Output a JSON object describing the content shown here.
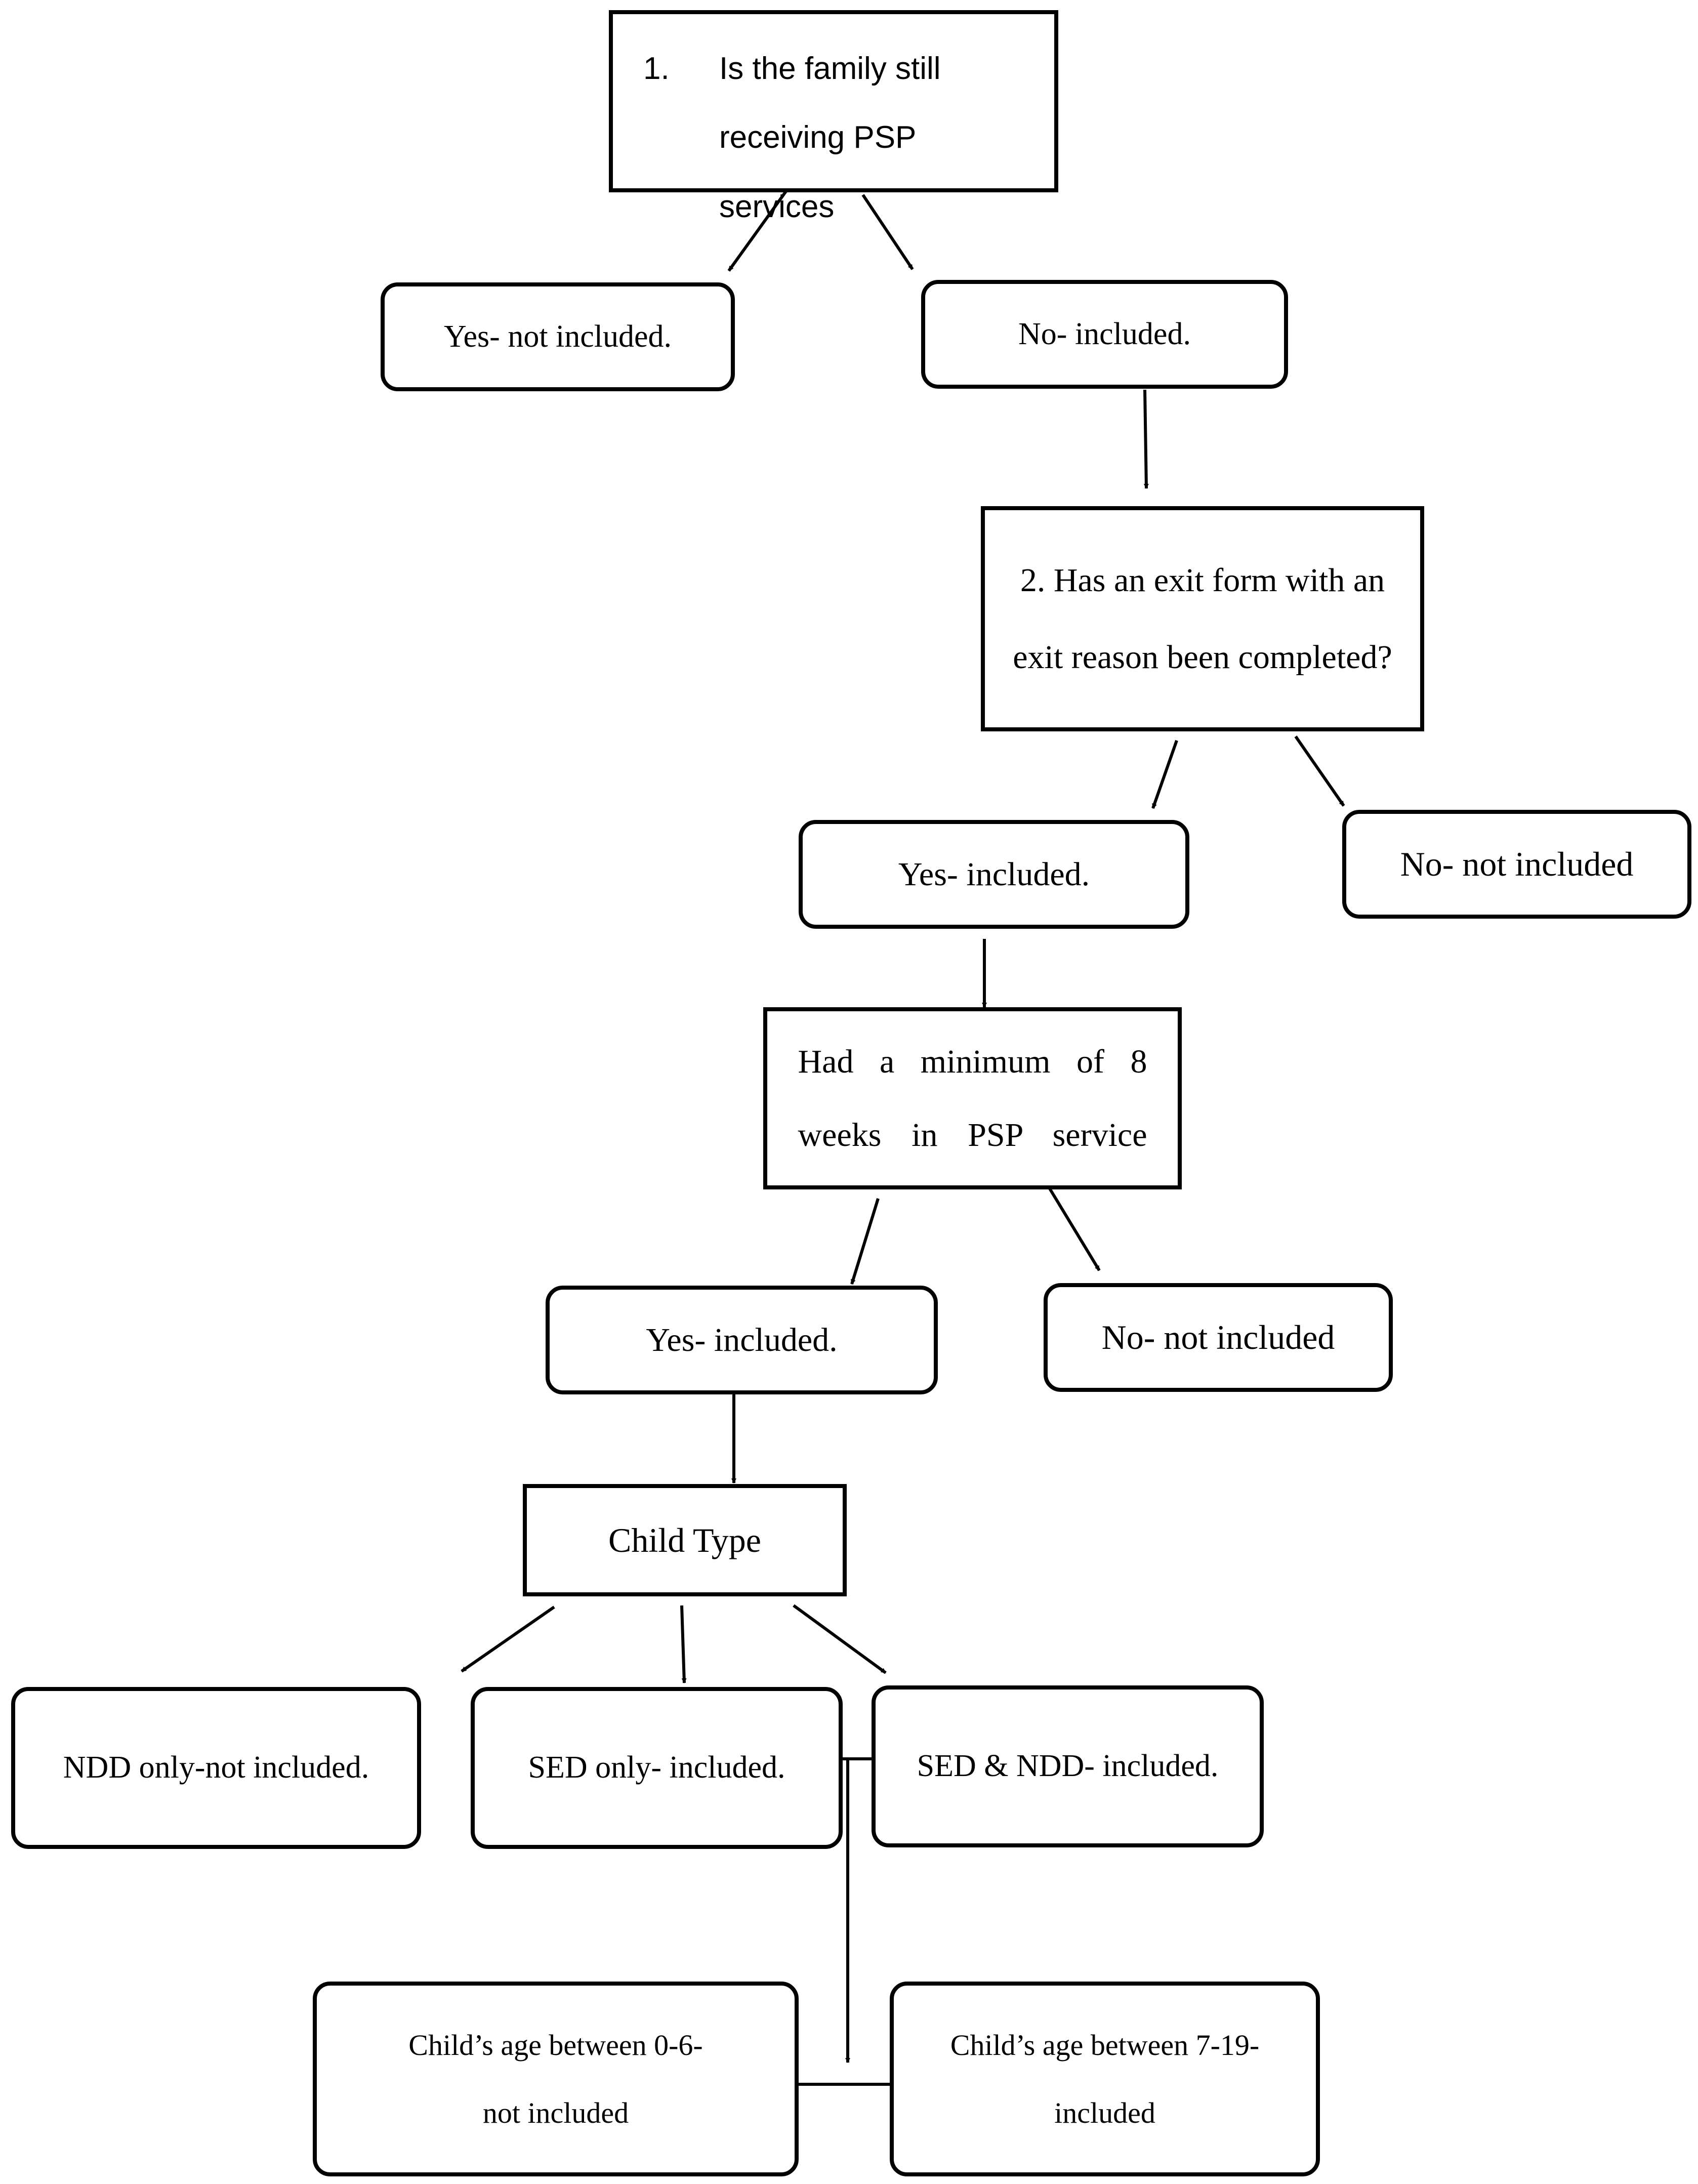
{
  "nodes": {
    "q1": {
      "number": "1.",
      "text": "Is the family still receiving PSP services"
    },
    "q1_yes": {
      "text": "Yes- not included."
    },
    "q1_no": {
      "text": "No- included."
    },
    "q2": {
      "text": "2. Has an exit form with an exit reason been completed?"
    },
    "q2_yes": {
      "text": "Yes- included."
    },
    "q2_no": {
      "text": "No- not included"
    },
    "q3": {
      "text": "Had a minimum of 8 weeks in PSP service"
    },
    "q3_yes": {
      "text": "Yes- included."
    },
    "q3_no": {
      "text": "No- not included"
    },
    "q4": {
      "text": "Child Type"
    },
    "ndd_only": {
      "text": "NDD only-not included."
    },
    "sed_only": {
      "text": "SED only- included."
    },
    "sed_ndd": {
      "text": "SED & NDD- included."
    },
    "age_0_6": {
      "text": "Child’s age between 0-6- not included"
    },
    "age_7_19": {
      "text": "Child’s age between 7-19- included"
    }
  }
}
